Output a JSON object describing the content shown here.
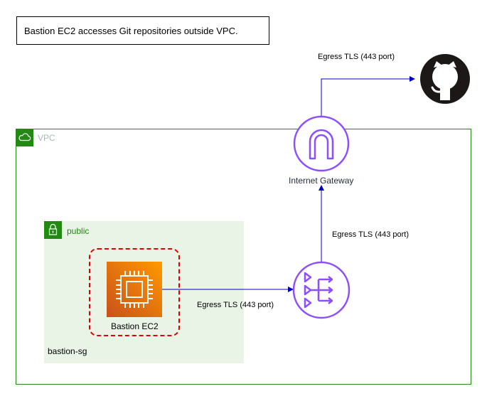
{
  "caption": "Bastion EC2 accesses Git repositories outside VPC.",
  "vpc": {
    "label": "VPC"
  },
  "subnet": {
    "label": "public"
  },
  "security_group": {
    "label": "bastion-sg"
  },
  "ec2": {
    "label": "Bastion EC2",
    "icon": "ec2-instance-icon"
  },
  "internet_gateway": {
    "label": "Internet Gateway",
    "icon": "internet-gateway-icon"
  },
  "nat_gateway": {
    "icon": "nat-gateway-icon"
  },
  "github": {
    "icon": "github-icon"
  },
  "edges": {
    "ec2_to_nat": "Egress TLS (443 port)",
    "nat_to_igw": "Egress TLS (443 port)",
    "igw_to_github": "Egress TLS (443 port)"
  },
  "colors": {
    "vpc": "#248814",
    "subnet_fill": "#E9F3E6",
    "security_group": "#DD0000",
    "gateway": "#8C4FFF",
    "arrow": "#0000CC",
    "ec2_start": "#C8511B",
    "ec2_end": "#FF9900"
  }
}
